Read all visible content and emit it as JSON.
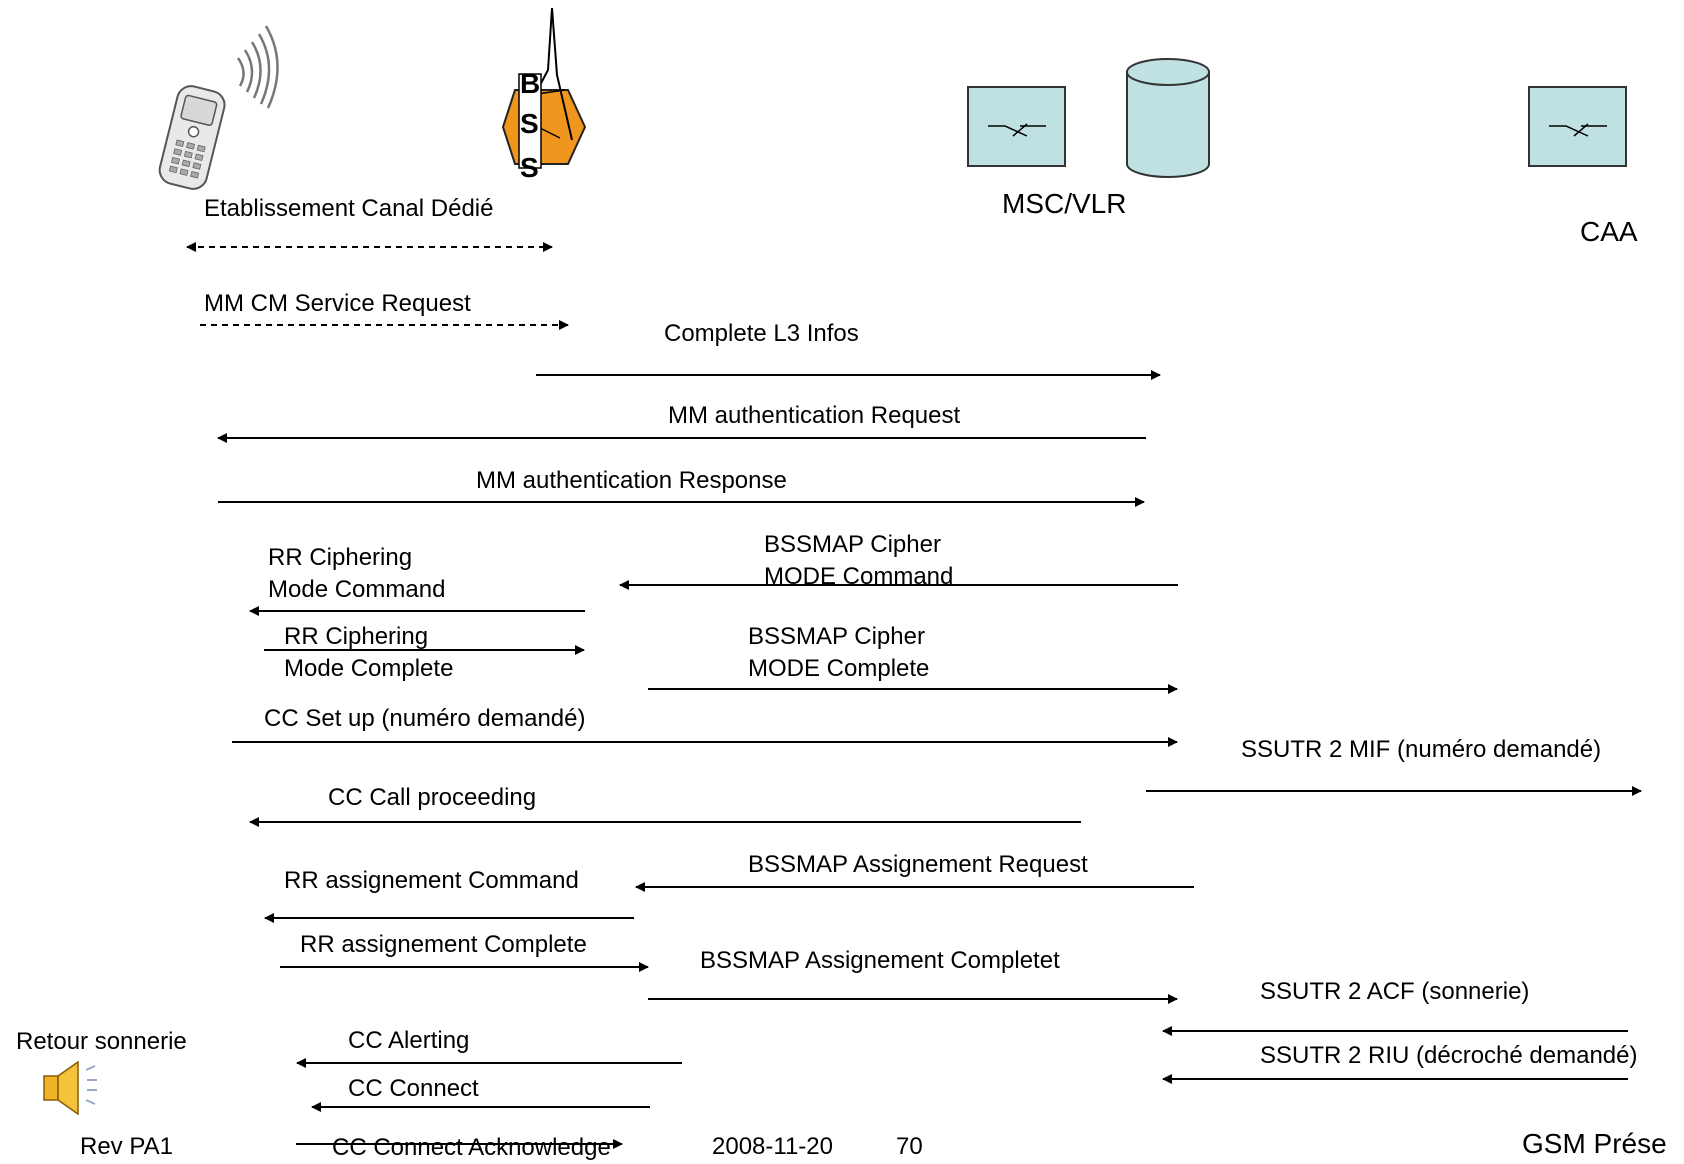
{
  "entities": {
    "bss_letters": [
      "B",
      "S",
      "S"
    ],
    "msc_label": "MSC/VLR",
    "caa_label": "CAA"
  },
  "messages": {
    "m1": "Etablissement Canal Dédié",
    "m2": "MM CM Service Request",
    "m3": "Complete L3 Infos",
    "m4": "MM authentication Request",
    "m5": "MM authentication Response",
    "m6a": "BSSMAP Cipher",
    "m6b": "MODE Command",
    "m7a": "RR Ciphering",
    "m7b": "Mode Command",
    "m8a": "RR Ciphering",
    "m8b": "Mode Complete",
    "m9a": "BSSMAP Cipher",
    "m9b": "MODE Complete",
    "m10": "CC Set up (numéro demandé)",
    "m11": "SSUTR 2 MIF (numéro demandé)",
    "m12": "CC Call proceeding",
    "m13": "BSSMAP Assignement Request",
    "m14": "RR assignement Command",
    "m15": "RR assignement Complete",
    "m16": "BSSMAP Assignement Completet",
    "m17": "SSUTR 2 ACF (sonnerie)",
    "m18": "SSUTR 2 RIU (décroché demandé)",
    "m19": "CC Alerting",
    "m20": "CC Connect",
    "m21": "CC Connect Acknowledge"
  },
  "speaker_label": "Retour sonnerie",
  "footer": {
    "rev": "Rev PA1",
    "date": "2008-11-20",
    "page": "70",
    "title": "GSM Prése"
  }
}
